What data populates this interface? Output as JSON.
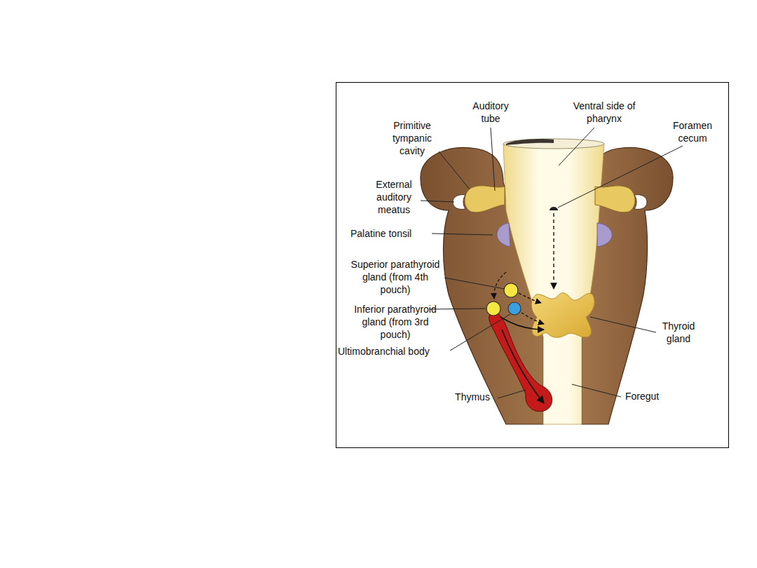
{
  "diagram": {
    "labels": [
      "Auditory tube",
      "Ventral side of pharynx",
      "Foramen cecum",
      "Primitive tympanic cavity",
      "External auditory meatus",
      "Palatine tonsil",
      "Superior parathyroid gland (from 4th pouch)",
      "Inferior parathyroid gland (from 3rd pouch)",
      "Thyroid gland",
      "Ultimobranchial body",
      "Foregut",
      "Thymus"
    ]
  }
}
